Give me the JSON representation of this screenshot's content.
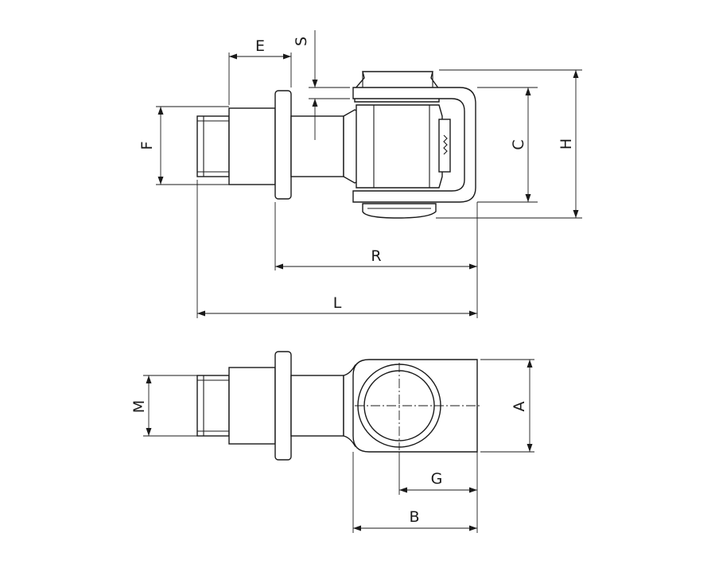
{
  "labels": {
    "E": "E",
    "S": "S",
    "F": "F",
    "C": "C",
    "H": "H",
    "R": "R",
    "L": "L",
    "M": "M",
    "A": "A",
    "G": "G",
    "B": "B"
  }
}
